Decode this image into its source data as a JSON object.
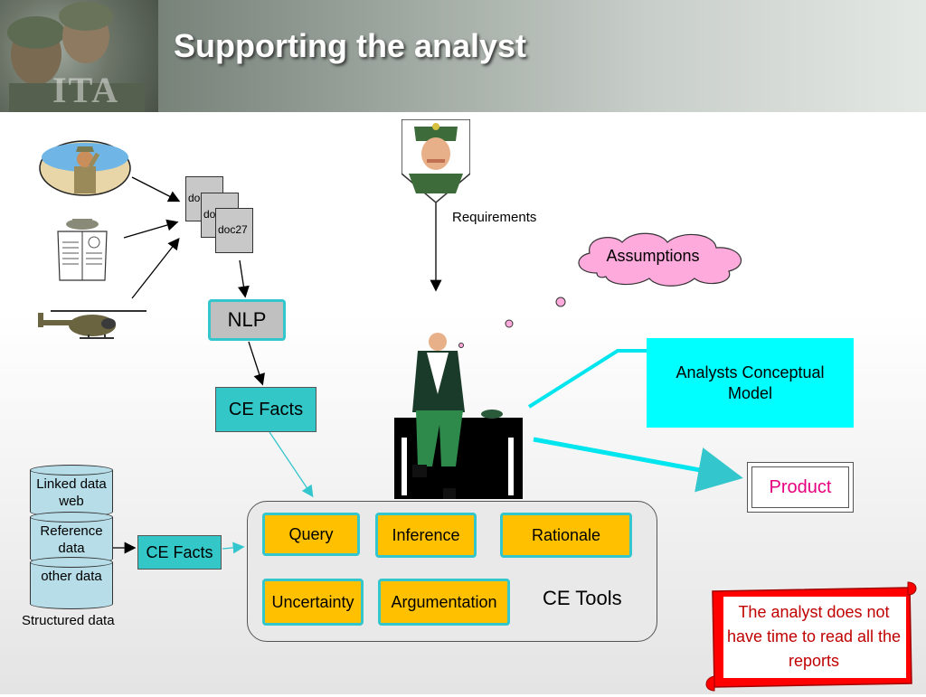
{
  "header": {
    "title": "Supporting the analyst",
    "watermark": "ITA"
  },
  "documents": [
    "doc",
    "doc",
    "doc27"
  ],
  "labels": {
    "requirements": "Requirements",
    "assumptions": "Assumptions",
    "structured_data": "Structured data"
  },
  "nodes": {
    "nlp": "NLP",
    "ce_facts_top": "CE Facts",
    "ce_facts_bottom": "CE Facts",
    "analysts_model": "Analysts Conceptual Model",
    "product": "Product"
  },
  "databases": [
    "Linked data web",
    "Reference data",
    "other data"
  ],
  "ce_tools": {
    "title": "CE Tools",
    "tools": [
      "Query",
      "Inference",
      "Rationale",
      "Uncertainty",
      "Argumentation"
    ]
  },
  "note": {
    "text": "The analyst does not have time to read all the reports"
  },
  "icons": [
    "soldier-saluting-icon",
    "newspaper-reader-icon",
    "helicopter-icon",
    "commander-icon",
    "analyst-at-desk-icon",
    "thought-cloud-icon"
  ],
  "colors": {
    "accent": "#33c6cc",
    "tool_fill": "#ffc000",
    "model_fill": "#00ffff",
    "note_fill": "#ff0000",
    "product_text": "#e6007e"
  }
}
